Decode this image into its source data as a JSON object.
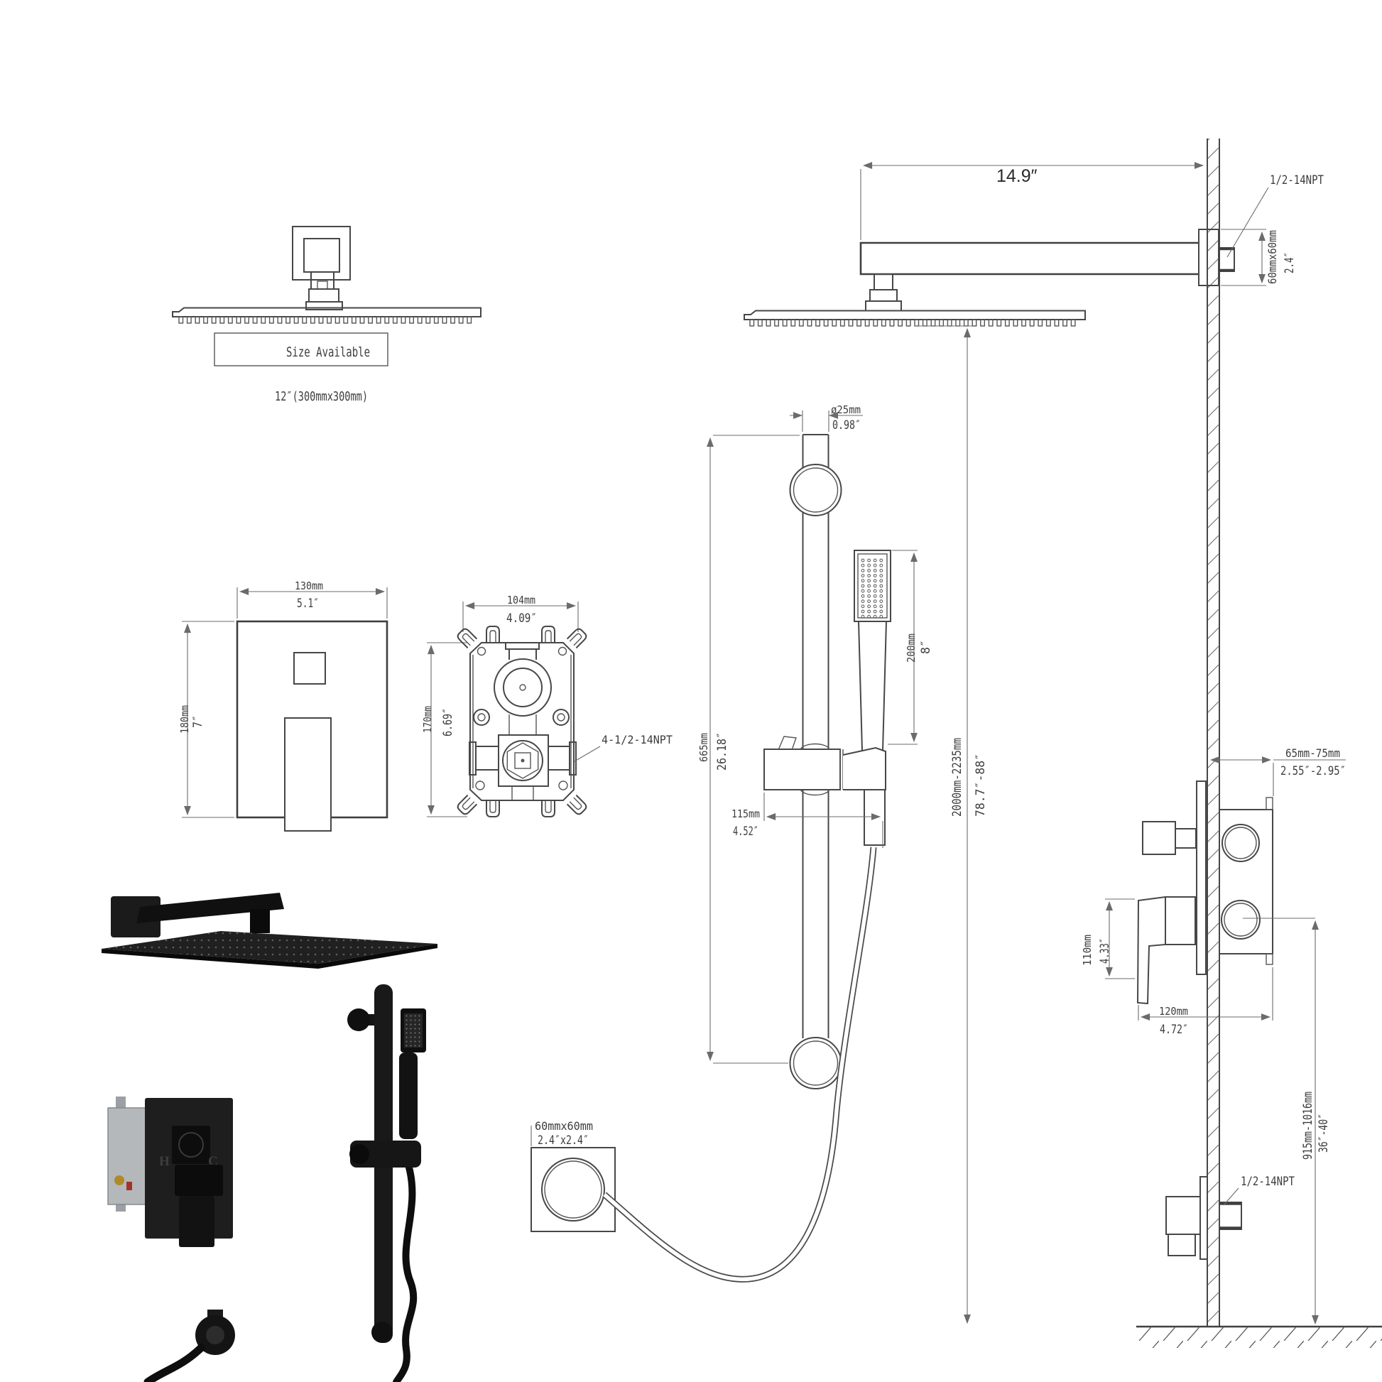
{
  "overhead_head_view": {
    "size_available": "Size Available",
    "size": "12″(300mmx300mm)"
  },
  "side_view": {
    "arm_length": "14.9″",
    "arm_thread": "1/2-14NPT",
    "arm_flange": "60mmx60mm",
    "arm_flange_in": "2.4″",
    "height_range": "2000mm-2235mm",
    "height_range_in": "78.7″-88″",
    "rough_in_depth": "65mm-75mm",
    "rough_in_depth_in": "2.55″-2.95″",
    "handle_offset": "110mm",
    "handle_offset_in": "4.33″",
    "valve_width": "120mm",
    "valve_width_in": "4.72″",
    "supply_height": "915mm-1016mm",
    "supply_height_in": "36″-40″",
    "supply_thread": "1/2-14NPT"
  },
  "trim_plate_view": {
    "width": "130mm",
    "width_in": "5.1″",
    "height": "180mm",
    "height_in": "7″"
  },
  "rough_valve_view": {
    "width": "104mm",
    "width_in": "4.09″",
    "height": "170mm",
    "height_in": "6.69″",
    "thread": "4-1/2-14NPT"
  },
  "slide_bar_view": {
    "bar_diameter": "ø25mm",
    "bar_diameter_in": "0.98″",
    "bar_length": "665mm",
    "bar_length_in": "26.18″",
    "bracket_offset": "115mm",
    "bracket_offset_in": "4.52″",
    "hand_shower_length": "200mm",
    "hand_shower_length_in": "8″"
  },
  "elbow_view": {
    "size": "60mmx60mm",
    "size_in": "2.4″x2.4″"
  },
  "product_photo": {
    "hot": "H",
    "cold": "C"
  },
  "colors": {
    "line": "#474747",
    "dim": "#6b6b6b",
    "text": "#3d3d3d",
    "photo_dark": "#151515",
    "grey_box": "#b4b8bb",
    "hot": "#c5331f",
    "cold": "#2b50c8"
  }
}
